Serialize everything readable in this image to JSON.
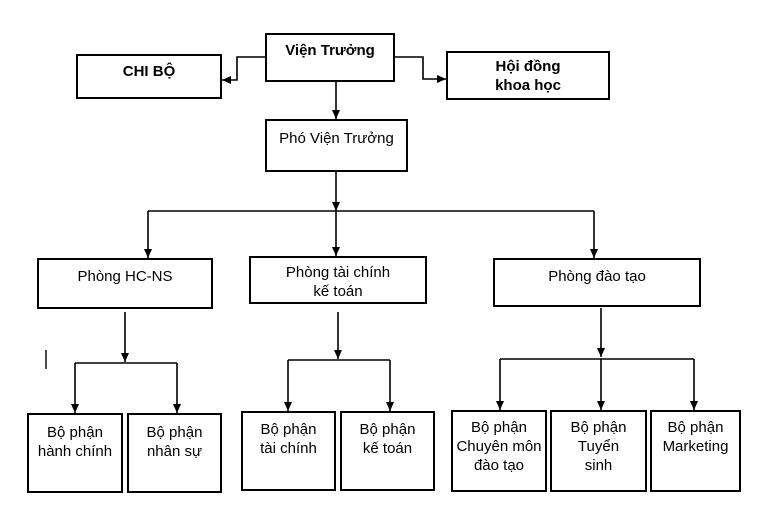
{
  "nodes": {
    "vien_truong": "Viện Trưởng",
    "chi_bo": "CHI BỘ",
    "hoi_dong": [
      "Hội đồng",
      "khoa học"
    ],
    "pho_vien_truong": "Phó Viện Trưởng",
    "phong_hcns": "Phòng HC-NS",
    "phong_tai_chinh": [
      "Phòng tài chính",
      "kế toán"
    ],
    "phong_dao_tao": "Phòng đào tạo",
    "bp_hanh_chinh": [
      "Bộ phận",
      "hành chính"
    ],
    "bp_nhan_su": [
      "Bộ phận",
      "nhân sự"
    ],
    "bp_tai_chinh": [
      "Bộ phận",
      "tài chính"
    ],
    "bp_ke_toan": [
      "Bộ phận",
      "kế toán"
    ],
    "bp_chuyen_mon": [
      "Bộ phận",
      "Chuyên môn",
      "đào tạo"
    ],
    "bp_tuyen_sinh": [
      "Bộ phận",
      "Tuyển",
      "sinh"
    ],
    "bp_marketing": [
      "Bộ phận",
      "Marketing"
    ]
  }
}
